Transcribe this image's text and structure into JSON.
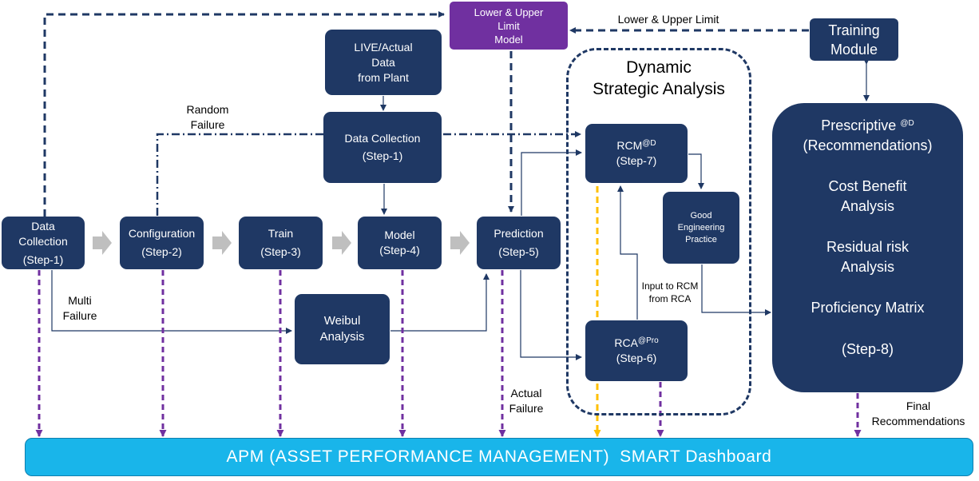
{
  "dashboard": {
    "label": "APM (ASSET PERFORMANCE MANAGEMENT)  SMART Dashboard"
  },
  "nodes": {
    "data_collection_left": {
      "lines": [
        "Data",
        "Collection",
        "(Step-1)"
      ]
    },
    "configuration": {
      "lines": [
        "Configuration",
        "(Step-2)"
      ]
    },
    "train": {
      "lines": [
        "Train",
        "(Step-3)"
      ]
    },
    "model": {
      "lines": [
        "Model",
        "(Step-4)"
      ]
    },
    "prediction": {
      "lines": [
        "Prediction",
        "(Step-5)"
      ]
    },
    "live_data": {
      "lines": [
        "LIVE/Actual",
        "Data",
        "from Plant"
      ]
    },
    "data_collection_center": {
      "lines": [
        "Data Collection",
        "(Step-1)"
      ]
    },
    "limit_model": {
      "lines": [
        "Lower & Upper",
        "Limit",
        "Model"
      ]
    },
    "training_module": {
      "lines": [
        "Training",
        "Module"
      ]
    },
    "weibul": {
      "lines": [
        "Weibul",
        "Analysis"
      ]
    },
    "rcm": {
      "main": "RCM",
      "sup": "@D",
      "step": "(Step-7)"
    },
    "rca": {
      "main": "RCA",
      "sup": "@Pro",
      "step": "(Step-6)"
    },
    "good_engineering": {
      "lines": [
        "Good",
        "Engineering",
        "Practice"
      ]
    },
    "recommendations": {
      "prescriptive": "Prescriptive ",
      "prescriptive_sup": "@D",
      "recommendations_line": "(Recommendations)",
      "cost_benefit": [
        "Cost Benefit",
        "Analysis"
      ],
      "residual_risk": [
        "Residual risk",
        "Analysis"
      ],
      "proficiency": "Proficiency Matrix",
      "step": "(Step-8)"
    }
  },
  "dynamic_analysis": {
    "title_lines": [
      "Dynamic",
      "Strategic Analysis"
    ]
  },
  "labels": {
    "lower_upper_limit": "Lower & Upper Limit",
    "random_failure": [
      "Random",
      "Failure"
    ],
    "multi_failure": [
      "Multi",
      "Failure"
    ],
    "actual_failure": [
      "Actual",
      "Failure"
    ],
    "input_rcm": [
      "Input to RCM",
      "from RCA"
    ],
    "final_recommendations": [
      "Final",
      "Recommendations"
    ]
  },
  "colors": {
    "node_fill": "#1f3864",
    "purple_node": "#7030a0",
    "dashboard": "#19b5ea",
    "purple_arrow": "#7030a0",
    "yellow_arrow": "#ffc000",
    "gray_arrow": "#bfbfbf"
  }
}
